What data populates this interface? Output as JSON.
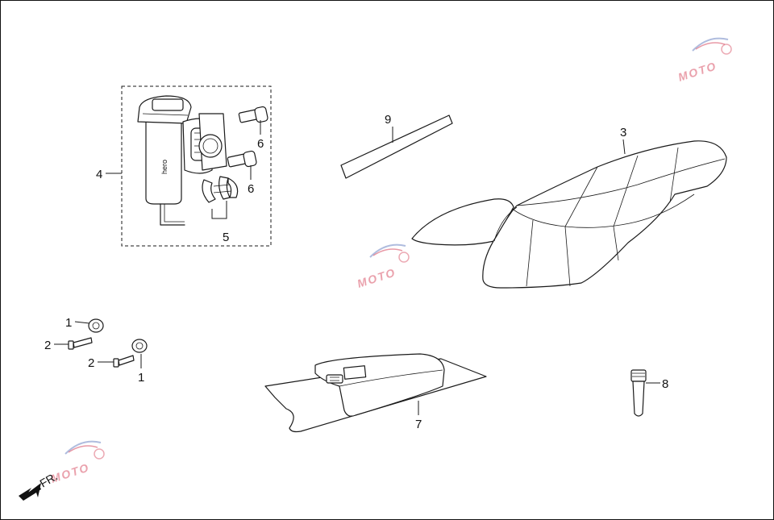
{
  "callouts": {
    "c1a": "1",
    "c1b": "1",
    "c2a": "2",
    "c2b": "2",
    "c3": "3",
    "c4": "4",
    "c5": "5",
    "c6a": "6",
    "c6b": "6",
    "c7": "7",
    "c8": "8",
    "c9": "9"
  },
  "direction_label": "FR.",
  "watermark_text": "MOTO",
  "colors": {
    "line": "#1a1a1a",
    "watermark_red": "#d9556a",
    "watermark_blue": "#7a8fc8"
  },
  "icons": {
    "direction": "arrow-down-left-icon",
    "watermark": "moto-logo-icon"
  }
}
